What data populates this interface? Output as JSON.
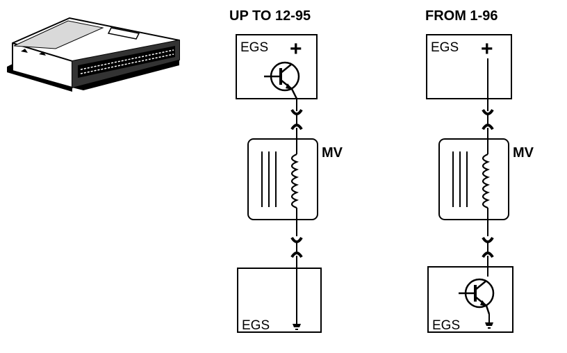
{
  "titles": {
    "left": "UP TO 12-95",
    "right": "FROM 1-96"
  },
  "labels": {
    "egs": "EGS",
    "mv": "MV",
    "plus": "+"
  }
}
